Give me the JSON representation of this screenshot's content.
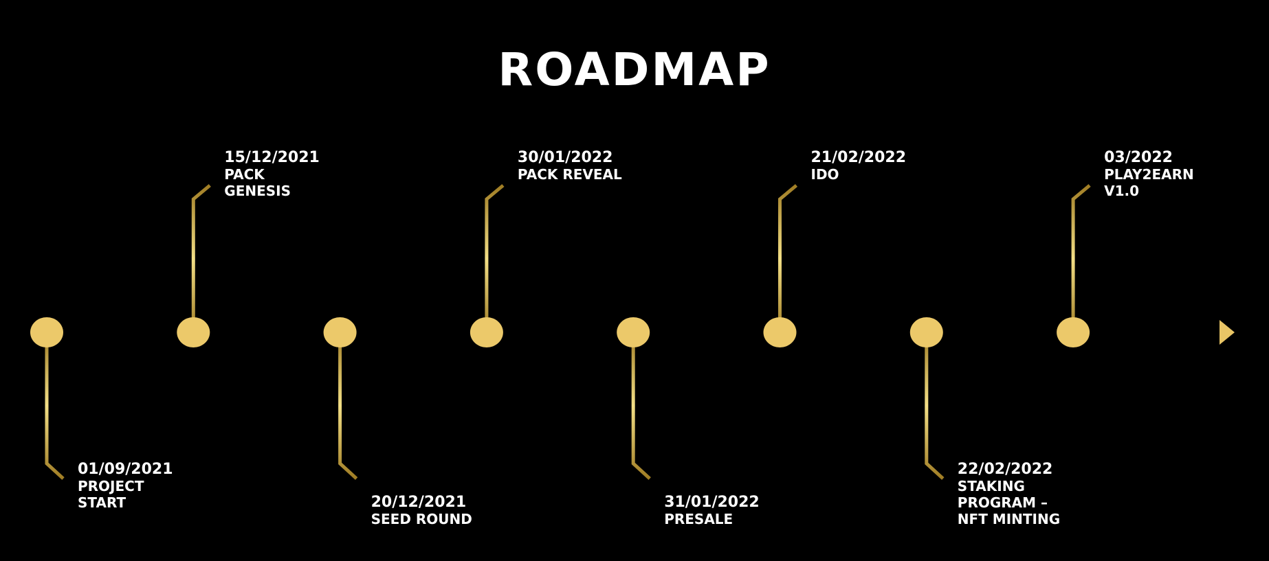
{
  "title": "ROADMAP",
  "colors": {
    "background": "#000000",
    "gold_light": "#f5e98e",
    "gold": "#e8c563",
    "gold_dark": "#a07d24",
    "node": "#ecc96a",
    "text": "#ffffff"
  },
  "icons": [
    "arrow-head-icon"
  ],
  "milestones": [
    {
      "date": "01/09/2021",
      "lines": [
        "PROJECT",
        "START"
      ],
      "side": "below"
    },
    {
      "date": "15/12/2021",
      "lines": [
        "PACK",
        "GENESIS"
      ],
      "side": "above"
    },
    {
      "date": "20/12/2021",
      "lines": [
        "SEED ROUND"
      ],
      "side": "below"
    },
    {
      "date": "30/01/2022",
      "lines": [
        "PACK REVEAL"
      ],
      "side": "above"
    },
    {
      "date": "31/01/2022",
      "lines": [
        "PRESALE"
      ],
      "side": "below"
    },
    {
      "date": "21/02/2022",
      "lines": [
        "IDO"
      ],
      "side": "above"
    },
    {
      "date": "22/02/2022",
      "lines": [
        "STAKING",
        "PROGRAM –",
        "NFT MINTING"
      ],
      "side": "below"
    },
    {
      "date": "03/2022",
      "lines": [
        "PLAY2EARN",
        "V1.0"
      ],
      "side": "above"
    }
  ]
}
